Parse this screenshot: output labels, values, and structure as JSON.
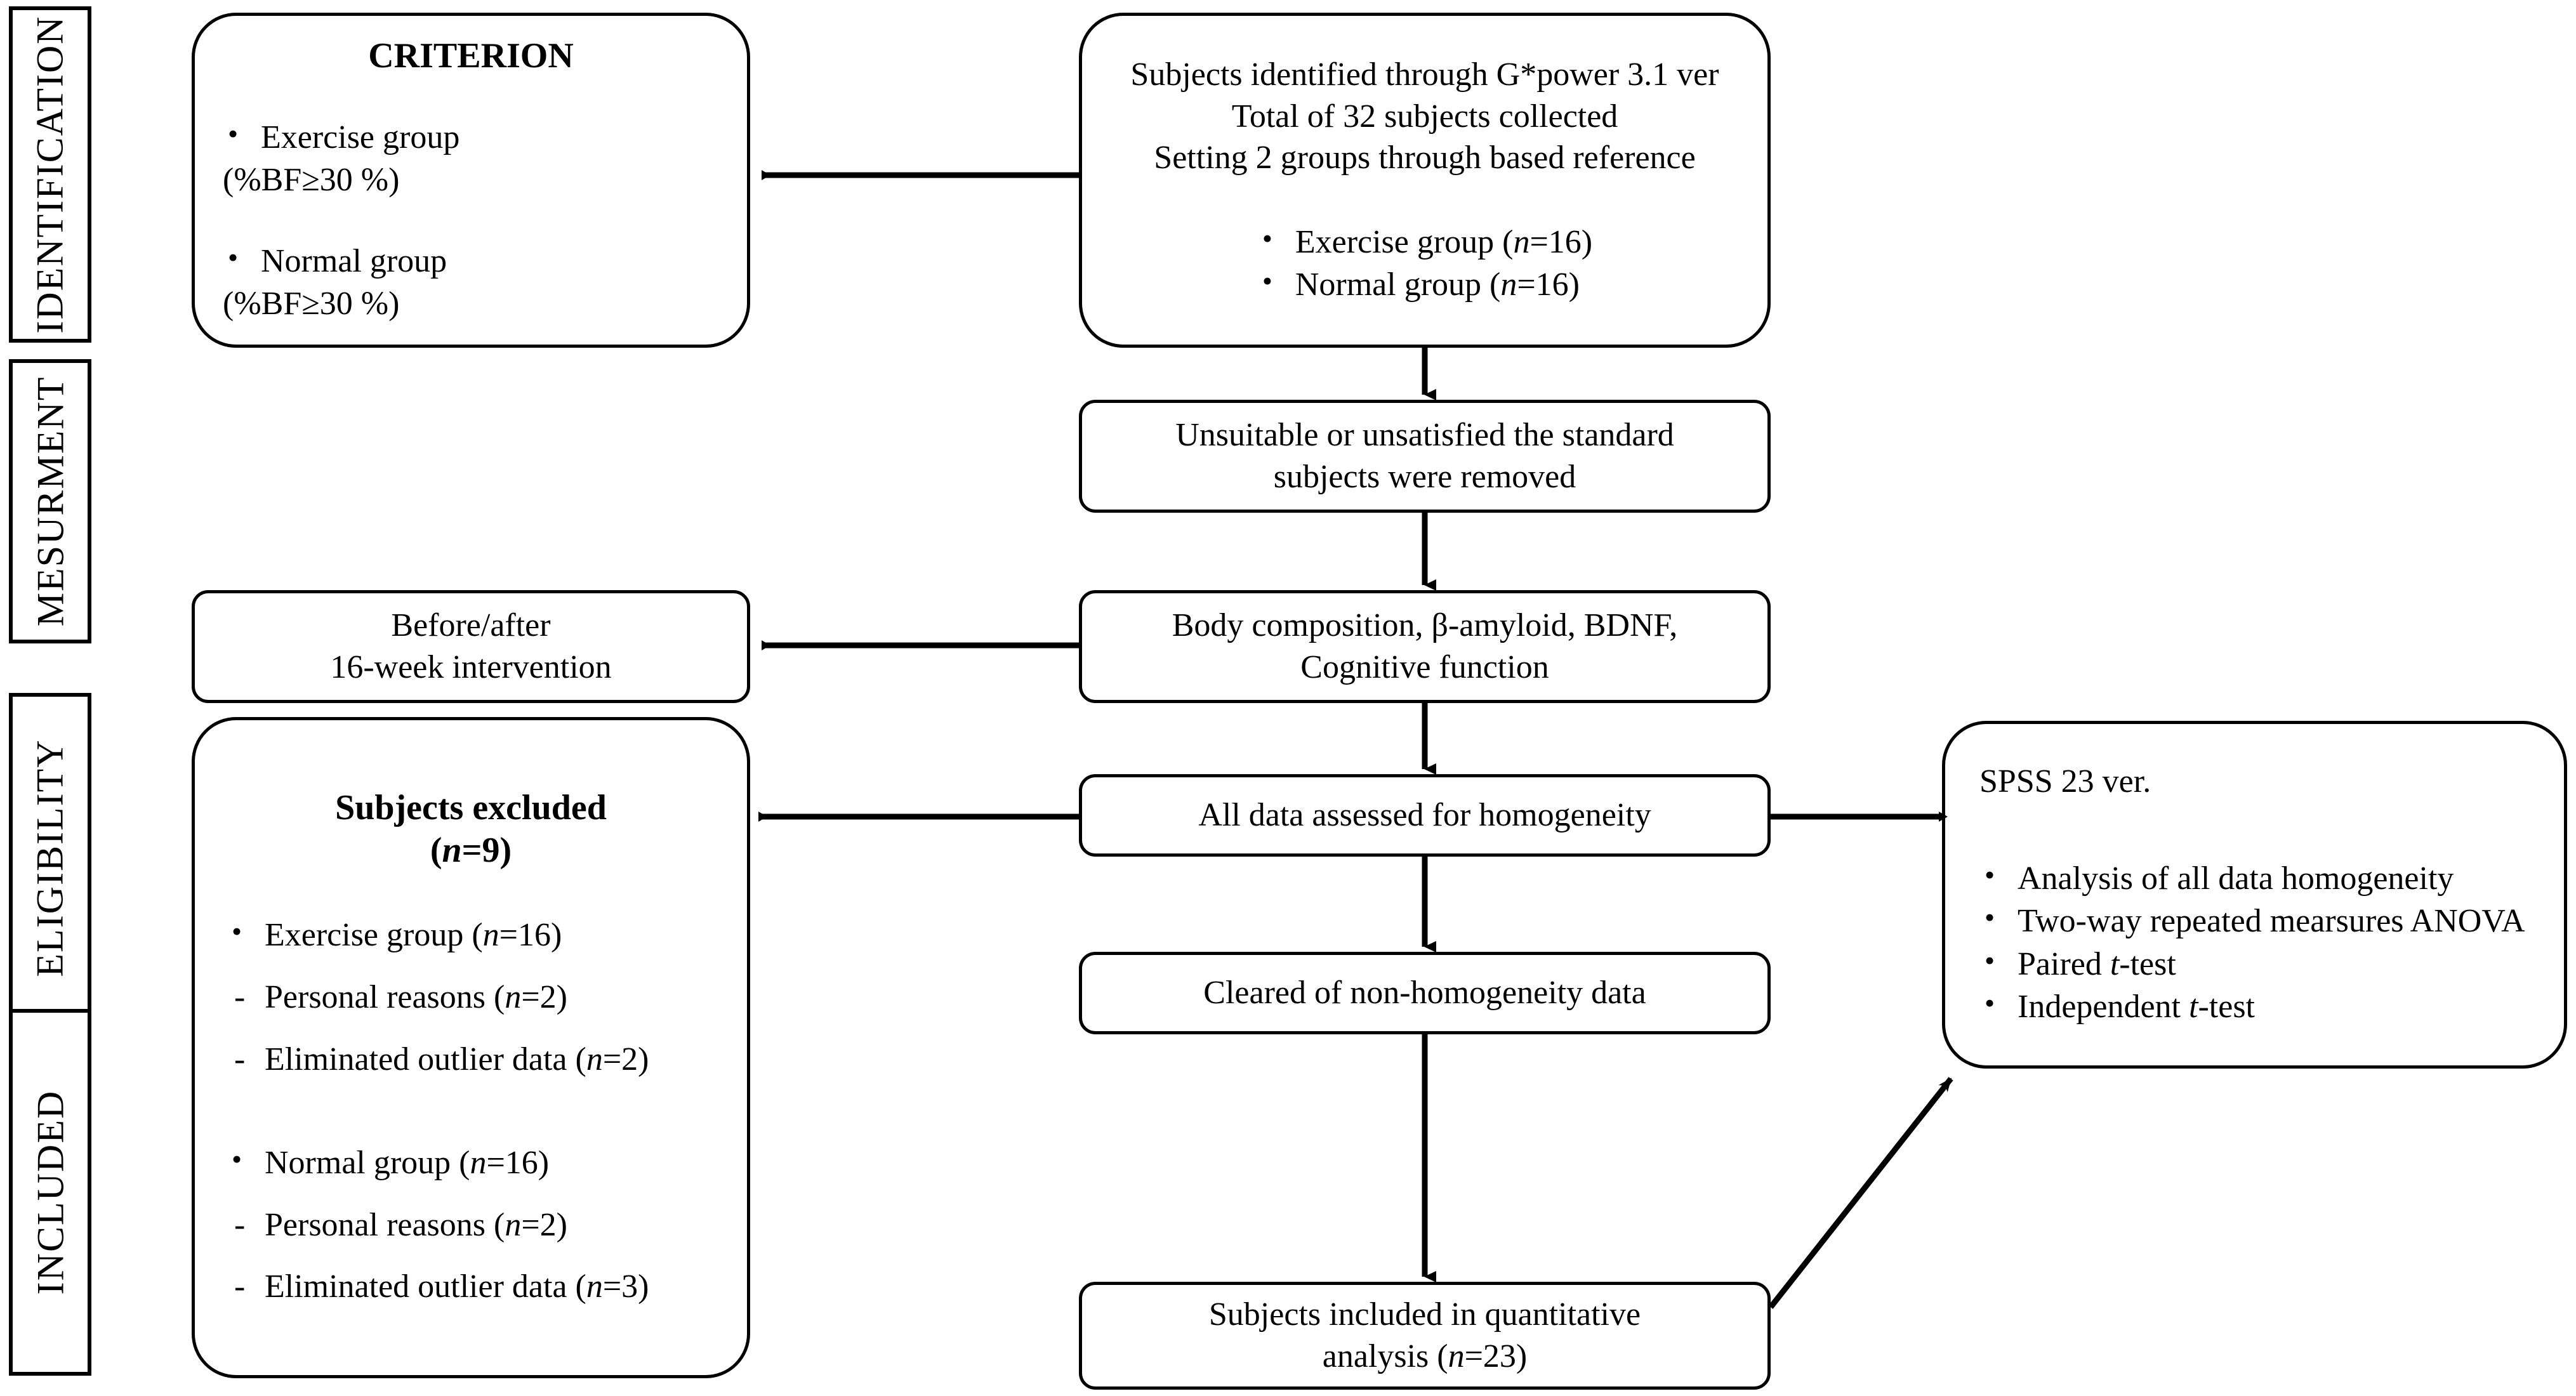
{
  "diagram": {
    "title": "Study participant flow diagram",
    "stroke_color": "#000000",
    "background_color": "#ffffff"
  },
  "stages": [
    {
      "label": "IDENTIFICATION"
    },
    {
      "label": "MESURMENT"
    },
    {
      "label": "ELIGIBILITY"
    },
    {
      "label": "INCLUDED"
    }
  ],
  "nodes": {
    "criterion": {
      "title": "CRITERION",
      "items": [
        {
          "bullet": "Exercise group",
          "detail": "(%BF≥30 %)"
        },
        {
          "bullet": "Normal group",
          "detail": "(%BF≥30 %)"
        }
      ]
    },
    "identified": {
      "lines": [
        "Subjects identified through G*power 3.1 ver",
        "Total of 32 subjects collected",
        "Setting 2 groups through based reference"
      ],
      "items": [
        {
          "pre": "Exercise group (",
          "ital": "n",
          "post": "=16)"
        },
        {
          "pre": "Normal group (",
          "ital": "n",
          "post": "=16)"
        }
      ]
    },
    "removed": {
      "lines": [
        "Unsuitable or unsatisfied the standard",
        "subjects were removed"
      ]
    },
    "measures": {
      "lines": [
        "Body composition, β-amyloid, BDNF,",
        "Cognitive function"
      ]
    },
    "intervention": {
      "lines": [
        "Before/after",
        "16-week intervention"
      ]
    },
    "homogeneity": {
      "lines": [
        "All data assessed for homogeneity"
      ]
    },
    "cleared": {
      "lines": [
        "Cleared of non-homogeneity data"
      ]
    },
    "included": {
      "line1": "Subjects included in quantitative",
      "line2_pre": "analysis (",
      "line2_ital": "n",
      "line2_post": "=23)"
    },
    "excluded": {
      "title": "Subjects excluded",
      "title_pre": "(",
      "title_ital": "n",
      "title_post": "=9)",
      "group_a": {
        "bullet_pre": "Exercise group (",
        "bullet_ital": "n",
        "bullet_post": "=16)",
        "reasons": [
          {
            "pre": "Personal reasons (",
            "ital": "n",
            "post": "=2)"
          },
          {
            "pre": "Eliminated outlier data (",
            "ital": "n",
            "post": "=2)"
          }
        ]
      },
      "group_b": {
        "bullet_pre": "Normal group (",
        "bullet_ital": "n",
        "bullet_post": "=16)",
        "reasons": [
          {
            "pre": "Personal reasons (",
            "ital": "n",
            "post": "=2)"
          },
          {
            "pre": "Eliminated outlier data (",
            "ital": "n",
            "post": "=3)"
          }
        ]
      }
    },
    "spss": {
      "title": "SPSS 23 ver.",
      "items": [
        {
          "pre": "Analysis of all data homogeneity",
          "ital": "",
          "post": ""
        },
        {
          "pre": "Two-way repeated mearsures ANOVA",
          "ital": "",
          "post": ""
        },
        {
          "pre": "Paired ",
          "ital": "t",
          "post": "-test"
        },
        {
          "pre": "Independent ",
          "ital": "t",
          "post": "-test"
        }
      ]
    }
  }
}
